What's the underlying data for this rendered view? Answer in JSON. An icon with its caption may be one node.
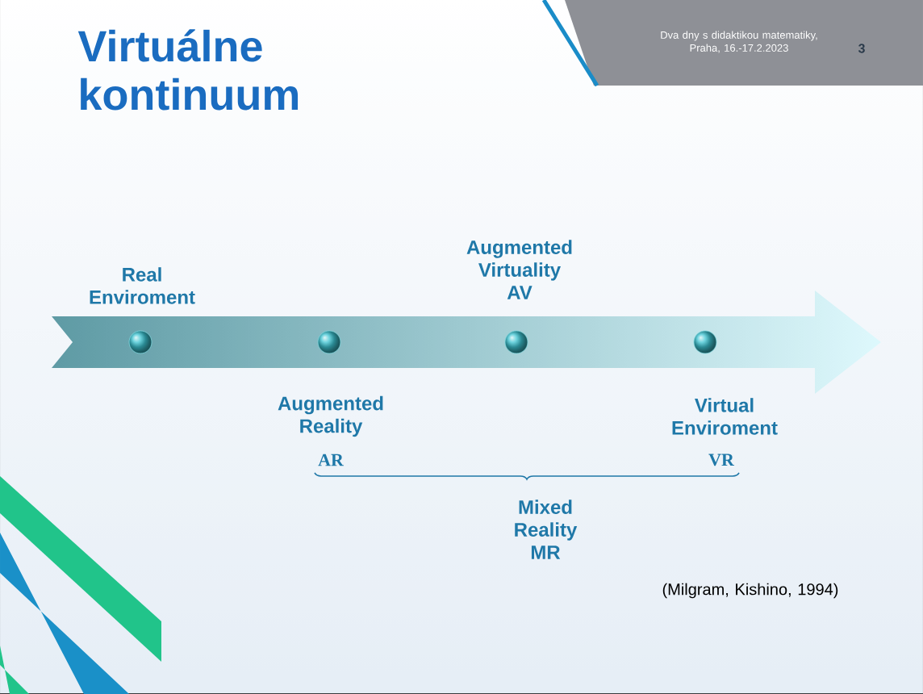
{
  "diagram": {
    "title": "Virtuálne kontinuum",
    "nodes": [
      {
        "text": [],
        "shape": "circle",
        "beside": [
          "Real Enviroment"
        ]
      },
      {
        "text": [],
        "shape": "circle",
        "beside": [
          "Augmented Reality",
          "AR"
        ]
      },
      {
        "text": [],
        "shape": "circle",
        "beside": [
          "Augmented Virtuality AV"
        ]
      },
      {
        "text": [],
        "shape": "circle",
        "beside": [
          "Virtual Enviroment",
          "VR"
        ]
      }
    ],
    "labels": [
      "Dva dny s didaktikou matematiky, Praha, 16.-17.2.2023",
      "3",
      "Mixed Reality MR",
      "(Milgram, Kishino, 1994)"
    ]
  }
}
